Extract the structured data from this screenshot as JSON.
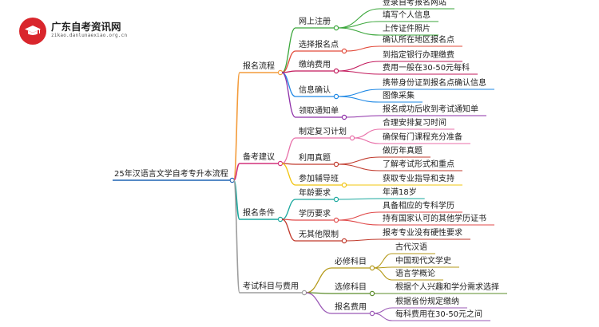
{
  "logo": {
    "title": "广东自考资讯网",
    "subtitle": "zikao.danlunaexiao.org.cn",
    "icon": "graduation-cap-icon"
  },
  "mindmap": {
    "root": "25年汉语言文学自考专升本流程",
    "branches": [
      {
        "label": "报名流程",
        "color": "#f39c3c",
        "children": [
          {
            "label": "网上注册",
            "color": "#3aa63a",
            "children": [
              "登录自考报名网站",
              "填写个人信息",
              "上传证件照片"
            ]
          },
          {
            "label": "选择报名点",
            "color": "#e24b3b",
            "children": [
              "确认所在地区报名点"
            ]
          },
          {
            "label": "缴纳费用",
            "color": "#c2185b",
            "children": [
              "到指定银行办理缴费",
              "费用一般在30-50元每科"
            ]
          },
          {
            "label": "信息确认",
            "color": "#1e88e5",
            "children": [
              "携带身份证到报名点确认信息",
              "图像采集"
            ]
          },
          {
            "label": "领取通知单",
            "color": "#8e2fa8",
            "children": [
              "报名成功后收到考试通知单"
            ]
          }
        ]
      },
      {
        "label": "备考建议",
        "color": "#d2307a",
        "children": [
          {
            "label": "制定复习计划",
            "color": "#e86fa8",
            "children": [
              "合理安排复习时间",
              "确保每门课程充分准备"
            ]
          },
          {
            "label": "利用真题",
            "color": "#c0392b",
            "children": [
              "做历年真题",
              "了解考试形式和重点"
            ]
          },
          {
            "label": "参加辅导班",
            "color": "#f1c40f",
            "children": [
              "获取专业指导和支持"
            ]
          }
        ]
      },
      {
        "label": "报名条件",
        "color": "#1aa89e",
        "children": [
          {
            "label": "年龄要求",
            "color": "#1aa89e",
            "children": [
              "年满18岁"
            ]
          },
          {
            "label": "学历要求",
            "color": "#e04a4a",
            "children": [
              "具备相应的专科学历",
              "持有国家认可的其他学历证书"
            ]
          },
          {
            "label": "无其他限制",
            "color": "#c0392b",
            "children": [
              "报考专业没有硬性要求"
            ]
          }
        ]
      },
      {
        "label": "考试科目与费用",
        "color": "#9e9e9e",
        "children": [
          {
            "label": "必修科目",
            "color": "#b59a1a",
            "children": [
              "古代汉语",
              "中国现代文学史",
              "语言学概论"
            ]
          },
          {
            "label": "选修科目",
            "color": "#5b8c2a",
            "children": [
              "根据个人兴趣和学分需求选择"
            ]
          },
          {
            "label": "报名费用",
            "color": "#9b59b6",
            "children": [
              "根据省份规定缴纳",
              "每科费用在30-50元之间"
            ]
          }
        ]
      }
    ]
  }
}
